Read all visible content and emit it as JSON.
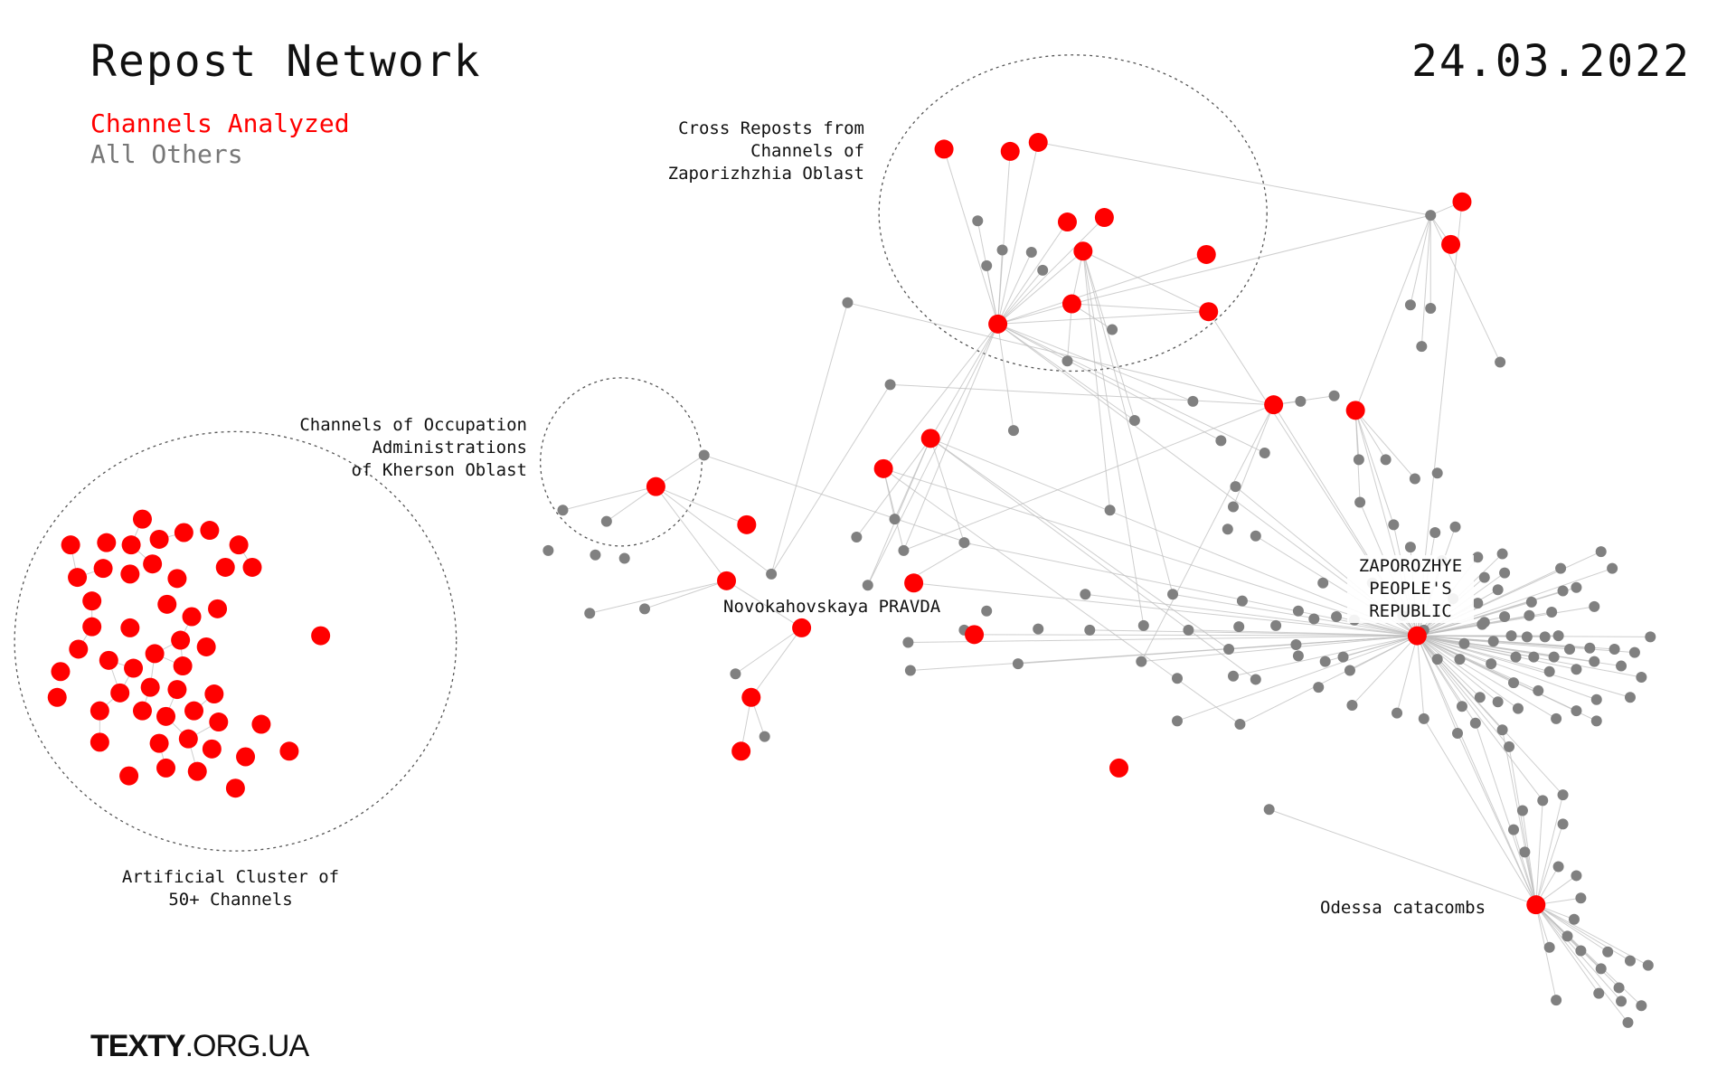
{
  "header": {
    "title": "Repost Network",
    "date": "24.03.2022"
  },
  "legend": {
    "analyzed": "Channels Analyzed",
    "others": "All Others"
  },
  "annotations": {
    "zaporizhzhia": "Cross Reposts from\nChannels of\nZaporizhzhia Oblast",
    "kherson": "Channels of Occupation\nAdministrations\nof Kherson Oblast",
    "cluster": "Artificial Cluster of\n50+ Channels",
    "novokahovskaya": "Novokahovskaya PRAVDA",
    "zpr": "ZAPOROZHYE\nPEOPLE'S\nREPUBLIC",
    "odessa": "Odessa catacombs"
  },
  "brand": {
    "bold": "TEXTY",
    "rest": ".ORG.UA"
  },
  "colors": {
    "analyzed": "#ff0000",
    "others": "#808080",
    "edge": "#bdbdbd"
  }
}
